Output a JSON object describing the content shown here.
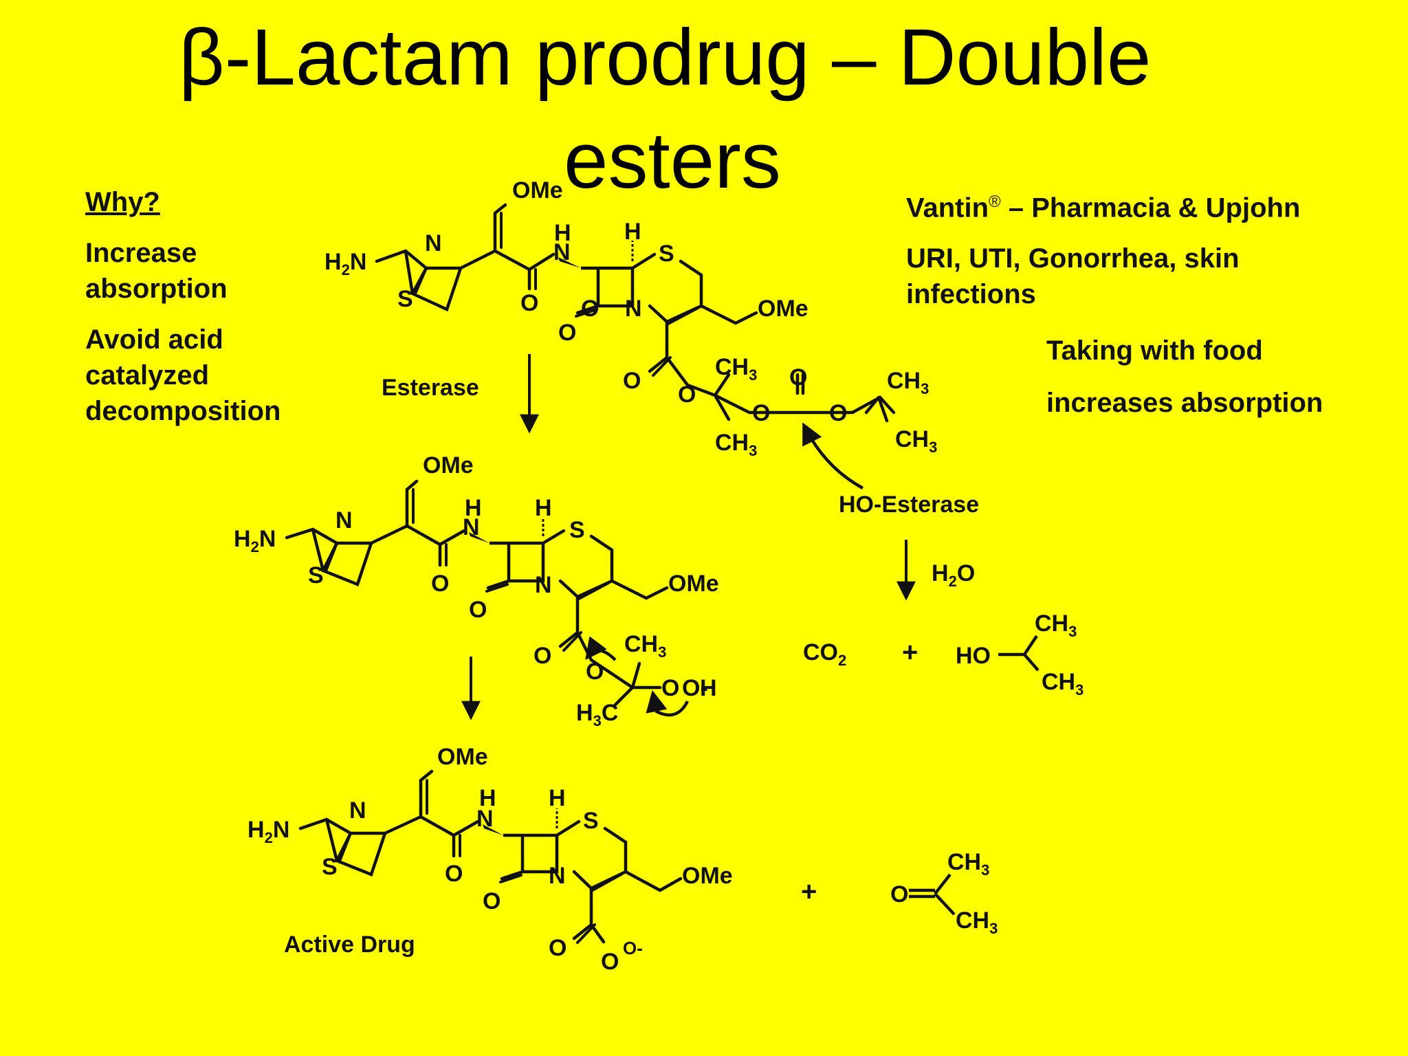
{
  "title": {
    "line1": "β-Lactam prodrug – Double",
    "line2": "esters"
  },
  "left_notes": {
    "heading": "Why?",
    "points": [
      "Increase",
      "absorption",
      "Avoid acid",
      "catalyzed",
      "decomposition"
    ]
  },
  "right_notes": {
    "product": "Vantin",
    "registered": "®",
    "company": "– Pharmacia & Upjohn",
    "uses_line1": "URI, UTI, Gonorrhea, skin",
    "uses_line2": "infections",
    "food_line1": "Taking with food",
    "food_line2": "increases absorption"
  },
  "labels": {
    "esterase": "Esterase",
    "ho_esterase": "HO-Esterase",
    "water": "H2O",
    "co2": "CO2",
    "plus": "+",
    "active_drug": "Active Drug"
  },
  "atoms": {
    "ome": "OMe",
    "h2n": "H2N",
    "n": "N",
    "s": "S",
    "o": "O",
    "h": "H",
    "ch3": "CH3",
    "h3c": "H3C",
    "ho": "HO",
    "o_minus": "O-"
  },
  "colors": {
    "background": "#FFFF00",
    "ink": "#111111"
  }
}
